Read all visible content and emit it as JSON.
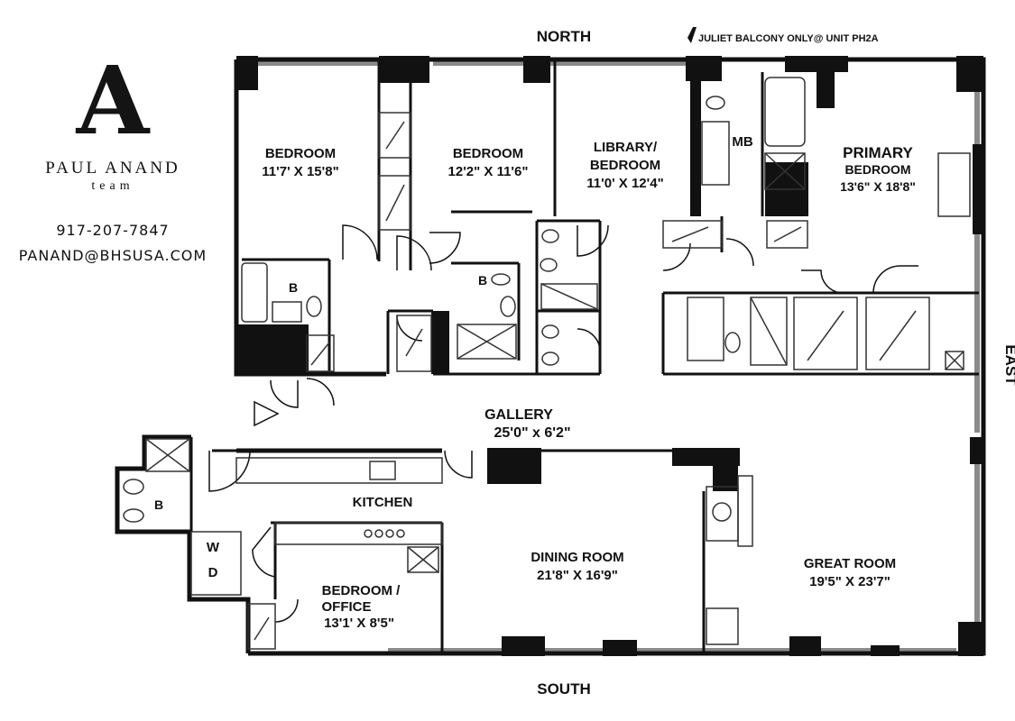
{
  "brand": {
    "logo_letter": "A",
    "name": "PAUL ANAND",
    "sub": "team",
    "phone": "917-207-7847",
    "email": "PANAND@BHSUSA.COM"
  },
  "compass": {
    "north": "NORTH",
    "south": "SOUTH",
    "east": "EAST"
  },
  "note": "JULIET BALCONY ONLY@ UNIT PH2A",
  "rooms": {
    "bedroom1": {
      "name": "BEDROOM",
      "dims": "11'7' X 15'8\""
    },
    "bedroom2": {
      "name": "BEDROOM",
      "dims": "12'2\" X 11'6\""
    },
    "library": {
      "name1": "LIBRARY/",
      "name2": "BEDROOM",
      "dims": "11'0' X 12'4\""
    },
    "primary": {
      "name1": "PRIMARY",
      "name2": "BEDROOM",
      "dims": "13'6\" X 18'8\""
    },
    "mb": "MB",
    "bath1": "B",
    "bath2": "B",
    "bath3": "B",
    "gallery": {
      "name": "GALLERY",
      "dims": "25'0\" x 6'2\""
    },
    "kitchen": "KITCHEN",
    "dining": {
      "name": "DINING ROOM",
      "dims": "21'8\" X 16'9\""
    },
    "great": {
      "name": "GREAT ROOM",
      "dims": "19'5\" X 23'7\""
    },
    "office": {
      "name1": "BEDROOM /",
      "name2": "OFFICE",
      "dims": "13'1' X 8'5\""
    },
    "washer": "W",
    "dryer": "D"
  },
  "colors": {
    "wall": "#111111",
    "window": "#8a8a8a",
    "fixture": "#333333"
  }
}
